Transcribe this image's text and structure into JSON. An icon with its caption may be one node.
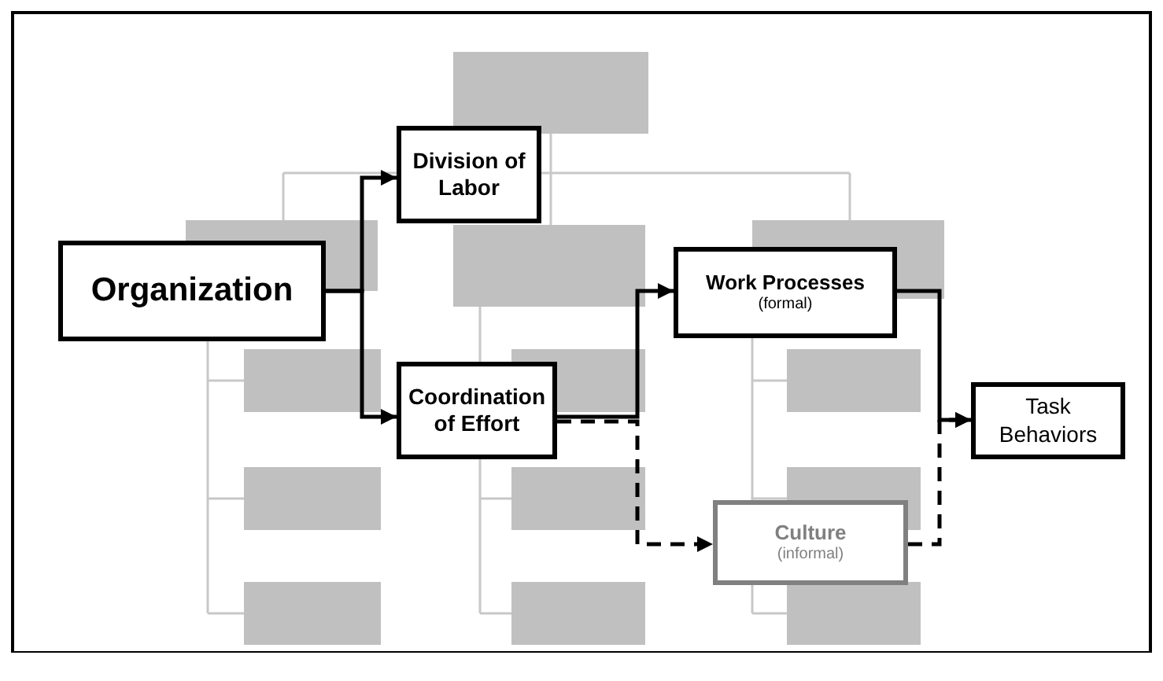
{
  "diagram": {
    "nodes": [
      {
        "text": [
          "Organization"
        ]
      },
      {
        "text": [
          "Division of Labor"
        ]
      },
      {
        "text": [
          "Coordination of Effort"
        ]
      },
      {
        "text": [
          "Work Processes",
          "(formal)"
        ]
      },
      {
        "text": [
          "Culture",
          "(informal)"
        ]
      },
      {
        "text": [
          "Task Behaviors"
        ]
      }
    ],
    "edges": [
      {
        "from": 0,
        "to": 1,
        "arrow": "to"
      },
      {
        "from": 0,
        "to": 2,
        "arrow": "to"
      },
      {
        "from": 2,
        "to": 3,
        "arrow": "to"
      },
      {
        "from": 2,
        "to": 4,
        "arrow": "to",
        "style": "dashed"
      },
      {
        "from": 3,
        "to": 5,
        "arrow": "to"
      },
      {
        "from": 4,
        "to": 5,
        "arrow": "to",
        "style": "dashed"
      }
    ]
  }
}
